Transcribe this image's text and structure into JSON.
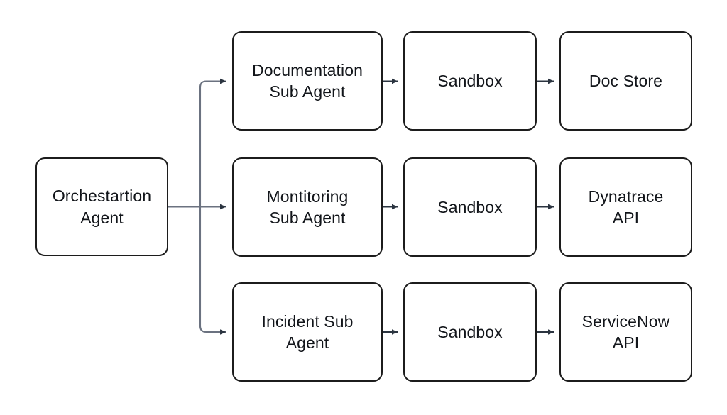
{
  "diagram": {
    "title": "Orchestration Agent multi-agent architecture flowchart",
    "background_color": "#ffffff",
    "node_border_color": "#1c1c1c",
    "node_fill_color": "#ffffff",
    "node_text_color": "#12151a",
    "connector_line_color": "#6b7280",
    "arrowhead_color": "#2b3440",
    "nodes": {
      "orchestration_agent": "Orchestartion\nAgent",
      "documentation_sub_agent": "Documentation\nSub Agent",
      "monitoring_sub_agent": "Montitoring\nSub Agent",
      "incident_sub_agent": "Incident Sub\nAgent",
      "sandbox_row1": "Sandbox",
      "sandbox_row2": "Sandbox",
      "sandbox_row3": "Sandbox",
      "doc_store": "Doc Store",
      "dynatrace_api": "Dynatrace\nAPI",
      "servicenow_api": "ServiceNow\nAPI"
    },
    "edges": [
      {
        "from": "orchestration_agent",
        "to": "documentation_sub_agent",
        "style": "elbow-arrow"
      },
      {
        "from": "orchestration_agent",
        "to": "monitoring_sub_agent",
        "style": "straight-arrow"
      },
      {
        "from": "orchestration_agent",
        "to": "incident_sub_agent",
        "style": "elbow-arrow"
      },
      {
        "from": "documentation_sub_agent",
        "to": "sandbox_row1",
        "style": "straight-arrow"
      },
      {
        "from": "monitoring_sub_agent",
        "to": "sandbox_row2",
        "style": "straight-arrow"
      },
      {
        "from": "incident_sub_agent",
        "to": "sandbox_row3",
        "style": "straight-arrow"
      },
      {
        "from": "sandbox_row1",
        "to": "doc_store",
        "style": "straight-arrow"
      },
      {
        "from": "sandbox_row2",
        "to": "dynatrace_api",
        "style": "straight-arrow"
      },
      {
        "from": "sandbox_row3",
        "to": "servicenow_api",
        "style": "straight-arrow"
      }
    ]
  }
}
